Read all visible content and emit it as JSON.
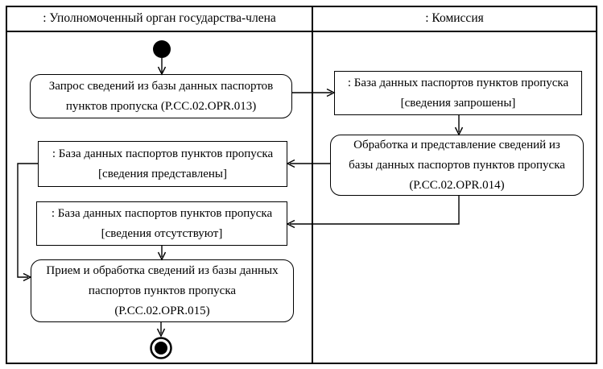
{
  "diagram_type": "uml-activity-diagram",
  "colors": {
    "line": "#000000",
    "background": "#ffffff",
    "text": "#000000"
  },
  "lanes": {
    "left": {
      "title": ": Уполномоченный орган государства-члена"
    },
    "right": {
      "title": ": Комиссия"
    }
  },
  "nodes": {
    "start": {
      "kind": "initial-node"
    },
    "request": {
      "kind": "activity",
      "lines": [
        "Запрос сведений из базы данных паспортов",
        "пунктов пропуска (P.CC.02.OPR.013)"
      ]
    },
    "db_requested": {
      "kind": "object",
      "lines": [
        ": База данных паспортов пунктов пропуска",
        "[сведения запрошены]"
      ]
    },
    "process": {
      "kind": "activity",
      "lines": [
        "Обработка и представление сведений из",
        "базы данных паспортов пунктов пропуска",
        "(P.CC.02.OPR.014)"
      ]
    },
    "db_provided": {
      "kind": "object",
      "lines": [
        ": База данных паспортов пунктов пропуска",
        "[сведения представлены]"
      ]
    },
    "db_absent": {
      "kind": "object",
      "lines": [
        ": База данных паспортов пунктов пропуска",
        "[сведения отсутствуют]"
      ]
    },
    "receive": {
      "kind": "activity",
      "lines": [
        "Прием и обработка сведений из базы данных",
        "паспортов пунктов пропуска",
        "(P.CC.02.OPR.015)"
      ]
    },
    "end": {
      "kind": "final-node"
    }
  },
  "edges": [
    {
      "from": "start",
      "to": "request"
    },
    {
      "from": "request",
      "to": "db_requested"
    },
    {
      "from": "db_requested",
      "to": "process"
    },
    {
      "from": "process",
      "to": "db_provided"
    },
    {
      "from": "process",
      "to": "db_absent"
    },
    {
      "from": "db_absent",
      "to": "receive"
    },
    {
      "from": "db_provided",
      "to": "receive"
    },
    {
      "from": "receive",
      "to": "end"
    }
  ]
}
